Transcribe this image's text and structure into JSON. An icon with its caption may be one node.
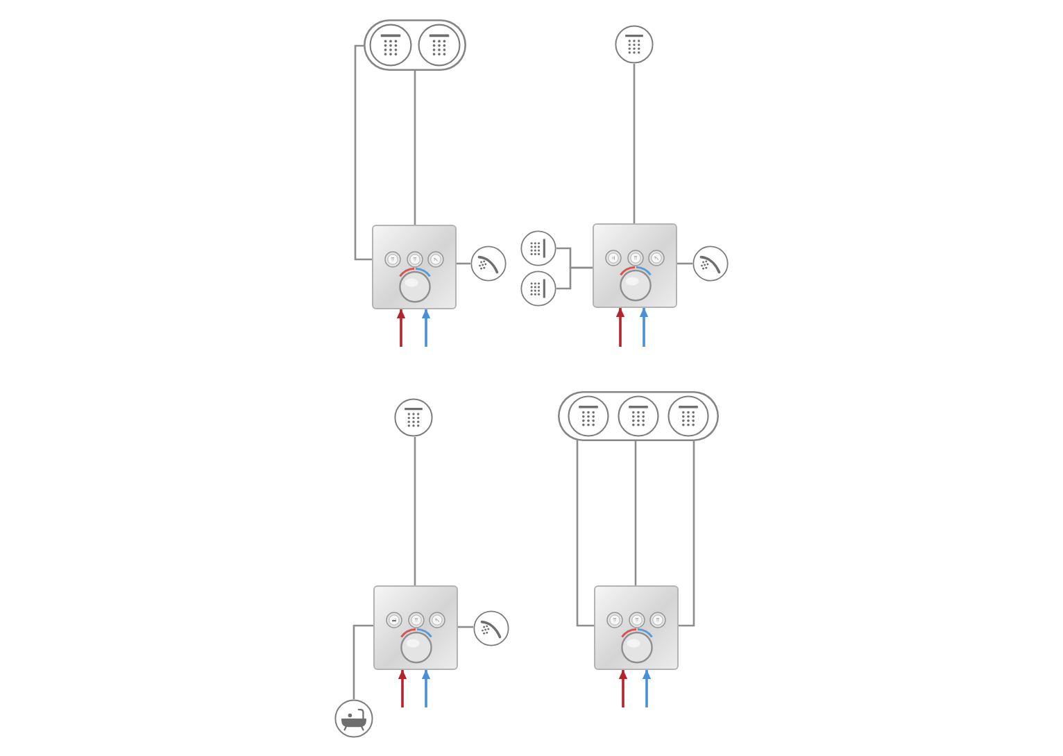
{
  "diagram": {
    "nodes": [
      {
        "text": [],
        "shape": "box"
      },
      {
        "text": [],
        "shape": "picture",
        "in": 0
      },
      {
        "text": [],
        "shape": "picture",
        "in": 0
      },
      {
        "text": [],
        "shape": "picture"
      },
      {
        "text": [],
        "shape": "picture"
      },
      {
        "text": [],
        "shape": "picture"
      },
      {
        "text": [],
        "shape": "picture"
      },
      {
        "text": [],
        "shape": "picture"
      },
      {
        "text": [],
        "shape": "picture"
      },
      {
        "text": [],
        "shape": "picture"
      },
      {
        "text": [],
        "shape": "picture"
      },
      {
        "text": [],
        "shape": "picture"
      },
      {
        "text": [],
        "shape": "picture"
      },
      {
        "text": [],
        "shape": "picture"
      },
      {
        "text": [],
        "shape": "box"
      },
      {
        "text": [],
        "shape": "picture",
        "in": 14
      },
      {
        "text": [],
        "shape": "picture",
        "in": 14
      },
      {
        "text": [],
        "shape": "picture",
        "in": 14
      },
      {
        "text": [],
        "shape": "picture"
      }
    ],
    "edges": [
      {
        "from": 3,
        "to": 0,
        "arrow": "none"
      },
      {
        "from": 3,
        "to": 0,
        "arrow": "none"
      },
      {
        "from": 3,
        "to": 4,
        "arrow": "none"
      },
      {
        "from": null,
        "to": 3,
        "arrow": "to",
        "color": "#b5242c"
      },
      {
        "from": null,
        "to": 3,
        "arrow": "to",
        "color": "#4a90d9"
      },
      {
        "from": 8,
        "to": 5,
        "arrow": "none"
      },
      {
        "from": 8,
        "to": 6,
        "arrow": "none"
      },
      {
        "from": 8,
        "to": 7,
        "arrow": "none"
      },
      {
        "from": 8,
        "to": 9,
        "arrow": "none"
      },
      {
        "from": null,
        "to": 8,
        "arrow": "to",
        "color": "#b5242c"
      },
      {
        "from": null,
        "to": 8,
        "arrow": "to",
        "color": "#4a90d9"
      },
      {
        "from": 11,
        "to": 10,
        "arrow": "none"
      },
      {
        "from": 11,
        "to": 12,
        "arrow": "none"
      },
      {
        "from": 11,
        "to": 13,
        "arrow": "none"
      },
      {
        "from": null,
        "to": 11,
        "arrow": "to",
        "color": "#b5242c"
      },
      {
        "from": null,
        "to": 11,
        "arrow": "to",
        "color": "#4a90d9"
      },
      {
        "from": 18,
        "to": 14,
        "arrow": "none"
      },
      {
        "from": 18,
        "to": 14,
        "arrow": "none"
      },
      {
        "from": 18,
        "to": 14,
        "arrow": "none"
      },
      {
        "from": null,
        "to": 18,
        "arrow": "to",
        "color": "#b5242c"
      },
      {
        "from": null,
        "to": 18,
        "arrow": "to",
        "color": "#4a90d9"
      }
    ]
  }
}
